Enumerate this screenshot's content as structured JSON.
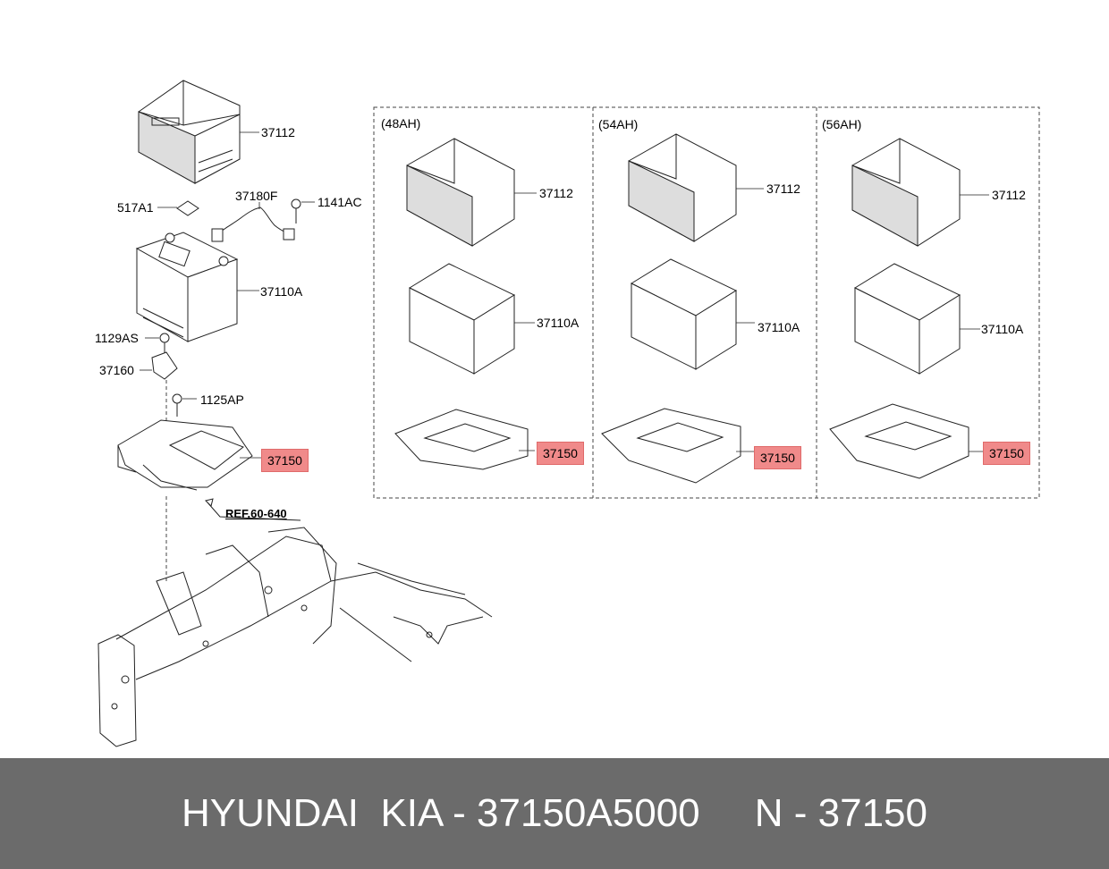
{
  "parts": {
    "tray_cover": "37112",
    "sensor_cable": "37180F",
    "bolt_1141": "1141AC",
    "label_517": "517A1",
    "battery": "37110A",
    "bolt_1129": "1129AS",
    "bracket": "37160",
    "bolt_1125": "1125AP",
    "battery_tray": "37150",
    "ref": "REF.60-640"
  },
  "variants": [
    {
      "title": "(48AH)",
      "cover": "37112",
      "battery": "37110A",
      "tray": "37150"
    },
    {
      "title": "(54AH)",
      "cover": "37112",
      "battery": "37110A",
      "tray": "37150"
    },
    {
      "title": "(56AH)",
      "cover": "37112",
      "battery": "37110A",
      "tray": "37150"
    }
  ],
  "footer": {
    "text": "HYUNDAI  KIA - 37150A5000     N - 37150"
  },
  "colors": {
    "highlight": "#f08a8a",
    "footer_bg": "#6b6b6b",
    "footer_text": "#ffffff"
  }
}
